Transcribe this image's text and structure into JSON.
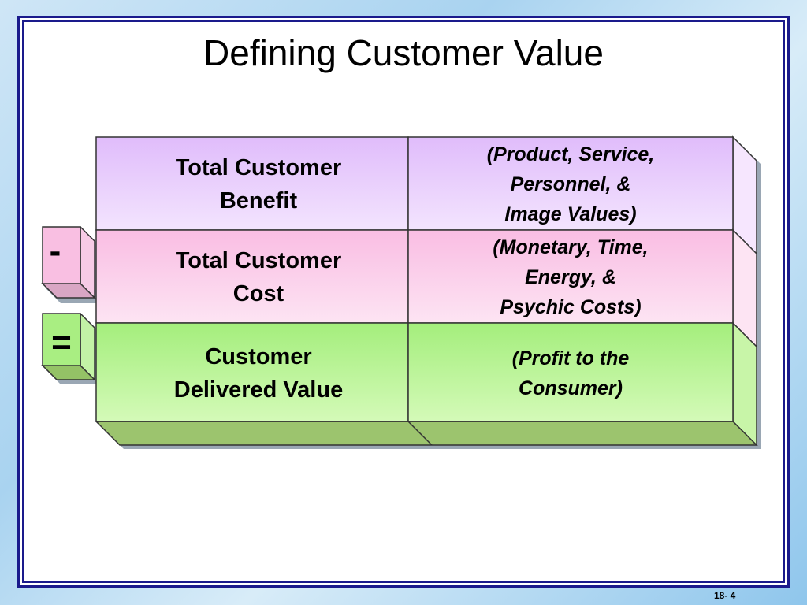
{
  "title": "Defining Customer Value",
  "rows": [
    {
      "label_lines": [
        "Total Customer",
        "Benefit"
      ],
      "desc_lines": [
        "(Product, Service,",
        "Personnel, &",
        "Image Values)"
      ],
      "color": "#e4c4fa"
    },
    {
      "label_lines": [
        "Total Customer",
        "Cost"
      ],
      "desc_lines": [
        "(Monetary, Time,",
        "Energy, &",
        "Psychic Costs)"
      ],
      "color": "#f9c0e4"
    },
    {
      "label_lines": [
        "Customer",
        "Delivered Value"
      ],
      "desc_lines": [
        "(Profit to the",
        "Consumer)"
      ],
      "color": "#aef08a"
    }
  ],
  "operators": {
    "minus": "-",
    "equals": "="
  },
  "page_number": "18- 4"
}
